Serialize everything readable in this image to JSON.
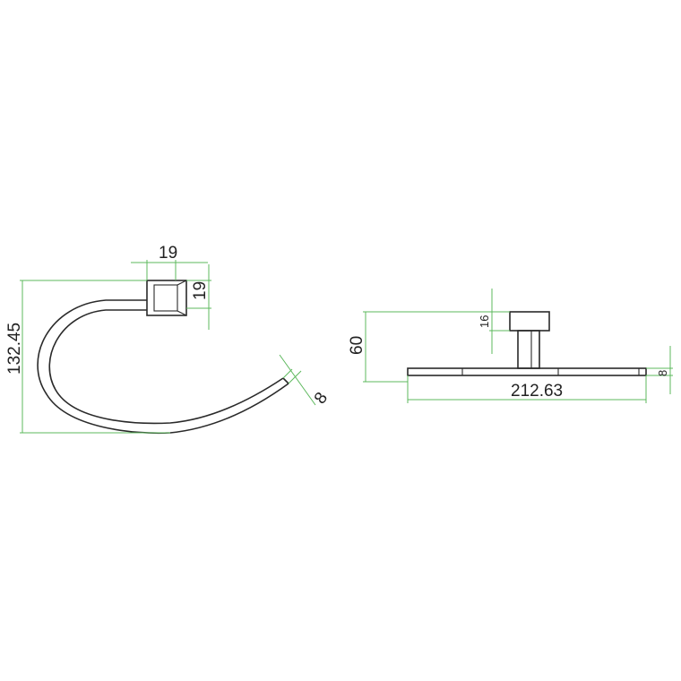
{
  "front_view": {
    "mount_width": "19",
    "mount_height": "19",
    "overall_height": "132.45",
    "ring_diameter": "8"
  },
  "side_view": {
    "overall_depth": "60",
    "mount_thickness": "16",
    "overall_length": "212.63",
    "bar_diameter": "8"
  },
  "colors": {
    "outline": "#2a2a2a",
    "dimension_line": "#5cb85c",
    "background": "#ffffff"
  }
}
